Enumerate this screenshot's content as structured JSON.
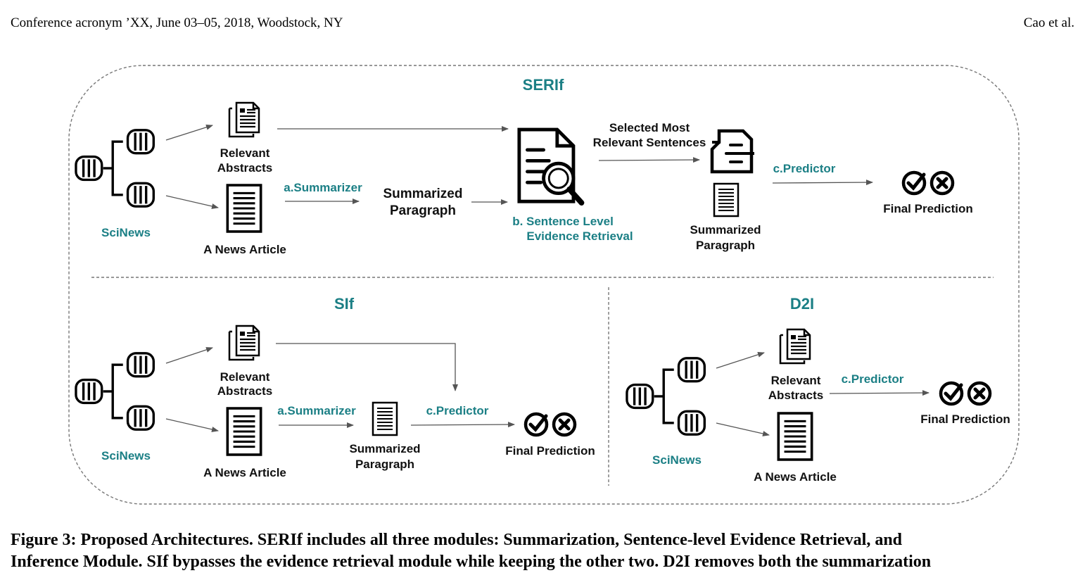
{
  "header": {
    "left": "Conference acronym ’XX, June 03–05, 2018, Woodstock, NY",
    "right": "Cao et al."
  },
  "figure": {
    "serif": {
      "title": "SERIf",
      "dataset": "SciNews",
      "abstracts_l1": "Relevant",
      "abstracts_l2": "Abstracts",
      "article": "A News Article",
      "summarizer": "a.Summarizer",
      "summ_para_l1": "Summarized",
      "summ_para_l2": "Paragraph",
      "retrieval_l1": "b. Sentence Level",
      "retrieval_l2": "Evidence Retrieval",
      "selected_l1": "Selected Most",
      "selected_l2": "Relevant Sentences",
      "out_para_l1": "Summarized",
      "out_para_l2": "Paragraph",
      "predictor": "c.Predictor",
      "final": "Final Prediction"
    },
    "sif": {
      "title": "SIf",
      "dataset": "SciNews",
      "abstracts_l1": "Relevant",
      "abstracts_l2": "Abstracts",
      "article": "A News Article",
      "summarizer": "a.Summarizer",
      "summ_para_l1": "Summarized",
      "summ_para_l2": "Paragraph",
      "predictor": "c.Predictor",
      "final": "Final Prediction"
    },
    "d2i": {
      "title": "D2I",
      "dataset": "SciNews",
      "abstracts_l1": "Relevant",
      "abstracts_l2": "Abstracts",
      "article": "A News Article",
      "predictor": "c.Predictor",
      "final": "Final Prediction"
    }
  },
  "caption": {
    "line1": "Figure 3: Proposed Architectures. SERIf includes all three modules: Summarization, Sentence-level Evidence Retrieval, and",
    "line2": "Inference Module. SIf bypasses the evidence retrieval module while keeping the other two. D2I removes both the summarization"
  },
  "colors": {
    "accent": "#1b7f85",
    "dashed": "#777777",
    "arrow": "#555555"
  }
}
